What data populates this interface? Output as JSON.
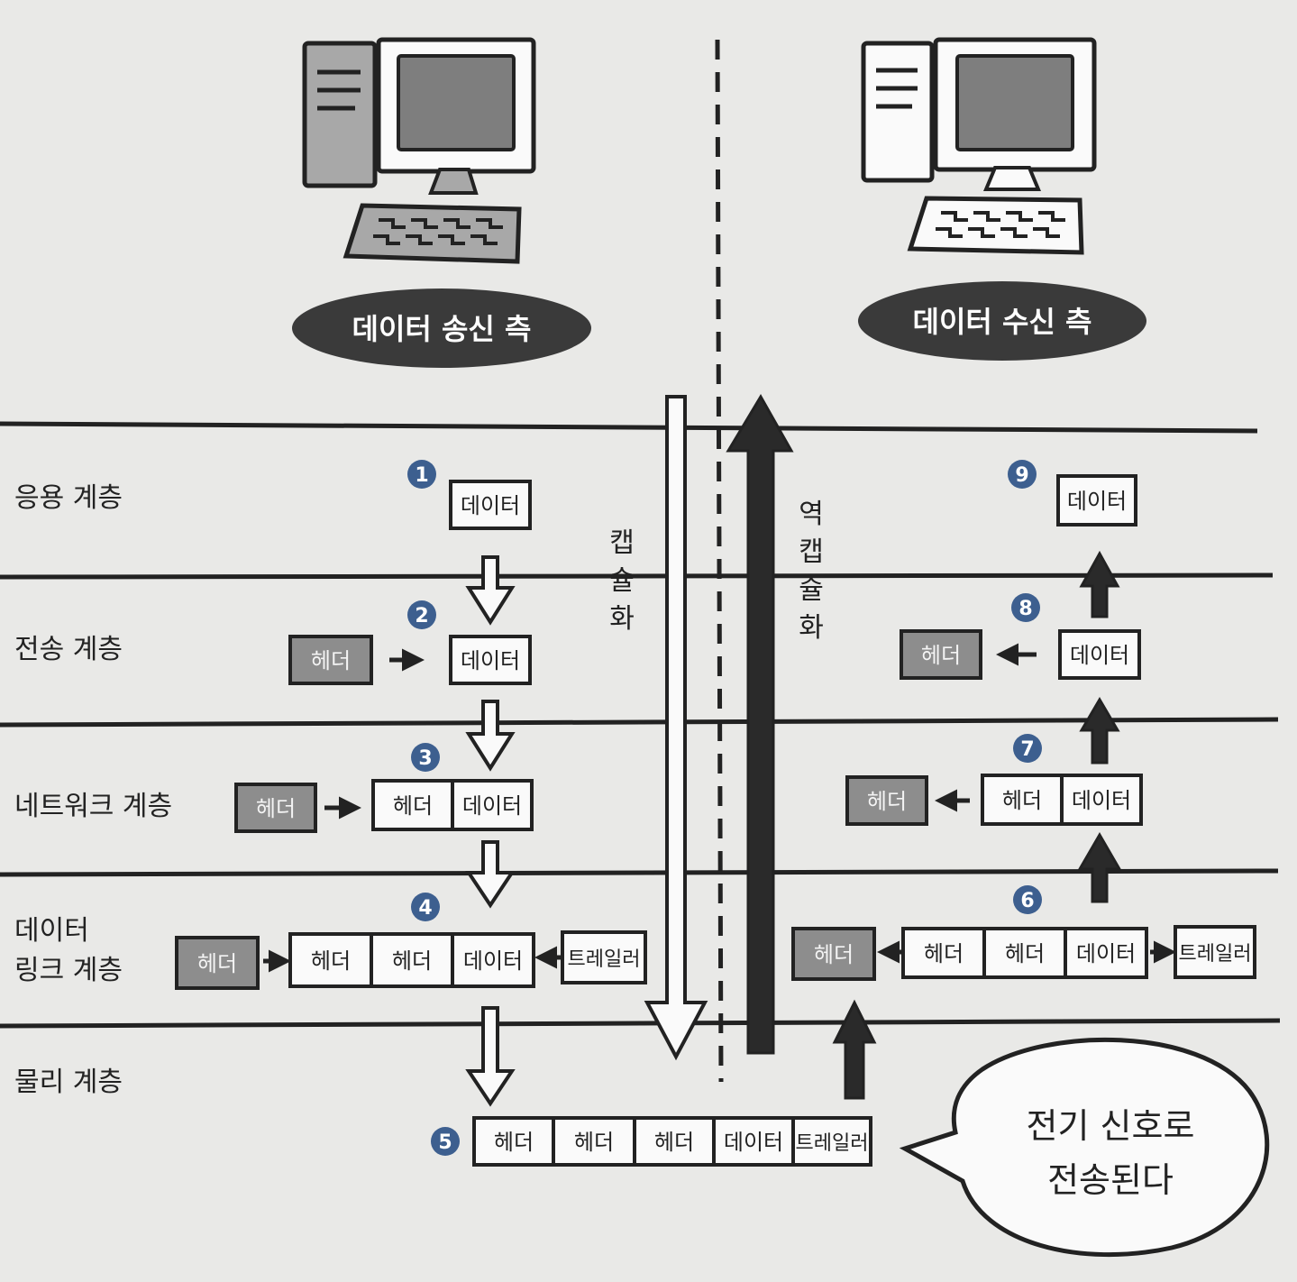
{
  "sender_label": "데이터 송신 측",
  "receiver_label": "데이터 수신 측",
  "encapsulation_label": "캡슐화",
  "decapsulation_label": "역캡슐화",
  "layers": {
    "application": "응용 계층",
    "transport": "전송 계층",
    "network": "네트워크 계층",
    "datalink_line1": "데이터",
    "datalink_line2": "링크 계층",
    "physical": "물리 계층"
  },
  "blocks": {
    "data": "데이터",
    "header": "헤더",
    "trailer": "트레일러"
  },
  "steps": [
    "1",
    "2",
    "3",
    "4",
    "5",
    "6",
    "7",
    "8",
    "9"
  ],
  "speech_bubble": {
    "line1": "전기 신호로",
    "line2": "전송된다"
  },
  "colors": {
    "background": "#e9e9e7",
    "ink": "#222222",
    "step_circle": "#3d5f8f",
    "header_fill": "#8d8d8d",
    "screen_fill": "#7e7e7e",
    "computer_fill": "#a8a8a8",
    "label_pill": "#3a3a3a",
    "block_fill": "#fafafa"
  }
}
